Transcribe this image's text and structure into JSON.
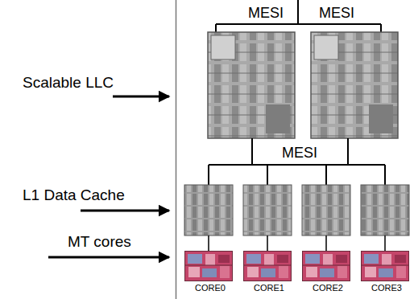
{
  "diagram": {
    "nodes": [
      {
        "text": [
          "CORE0"
        ]
      },
      {
        "text": [
          "CORE1"
        ]
      },
      {
        "text": [
          "CORE2"
        ]
      },
      {
        "text": [
          "CORE3"
        ]
      }
    ],
    "labels": [
      "MESI",
      "MESI",
      "MESI",
      "Scalable LLC",
      "L1 Data Cache",
      "MT cores"
    ]
  }
}
